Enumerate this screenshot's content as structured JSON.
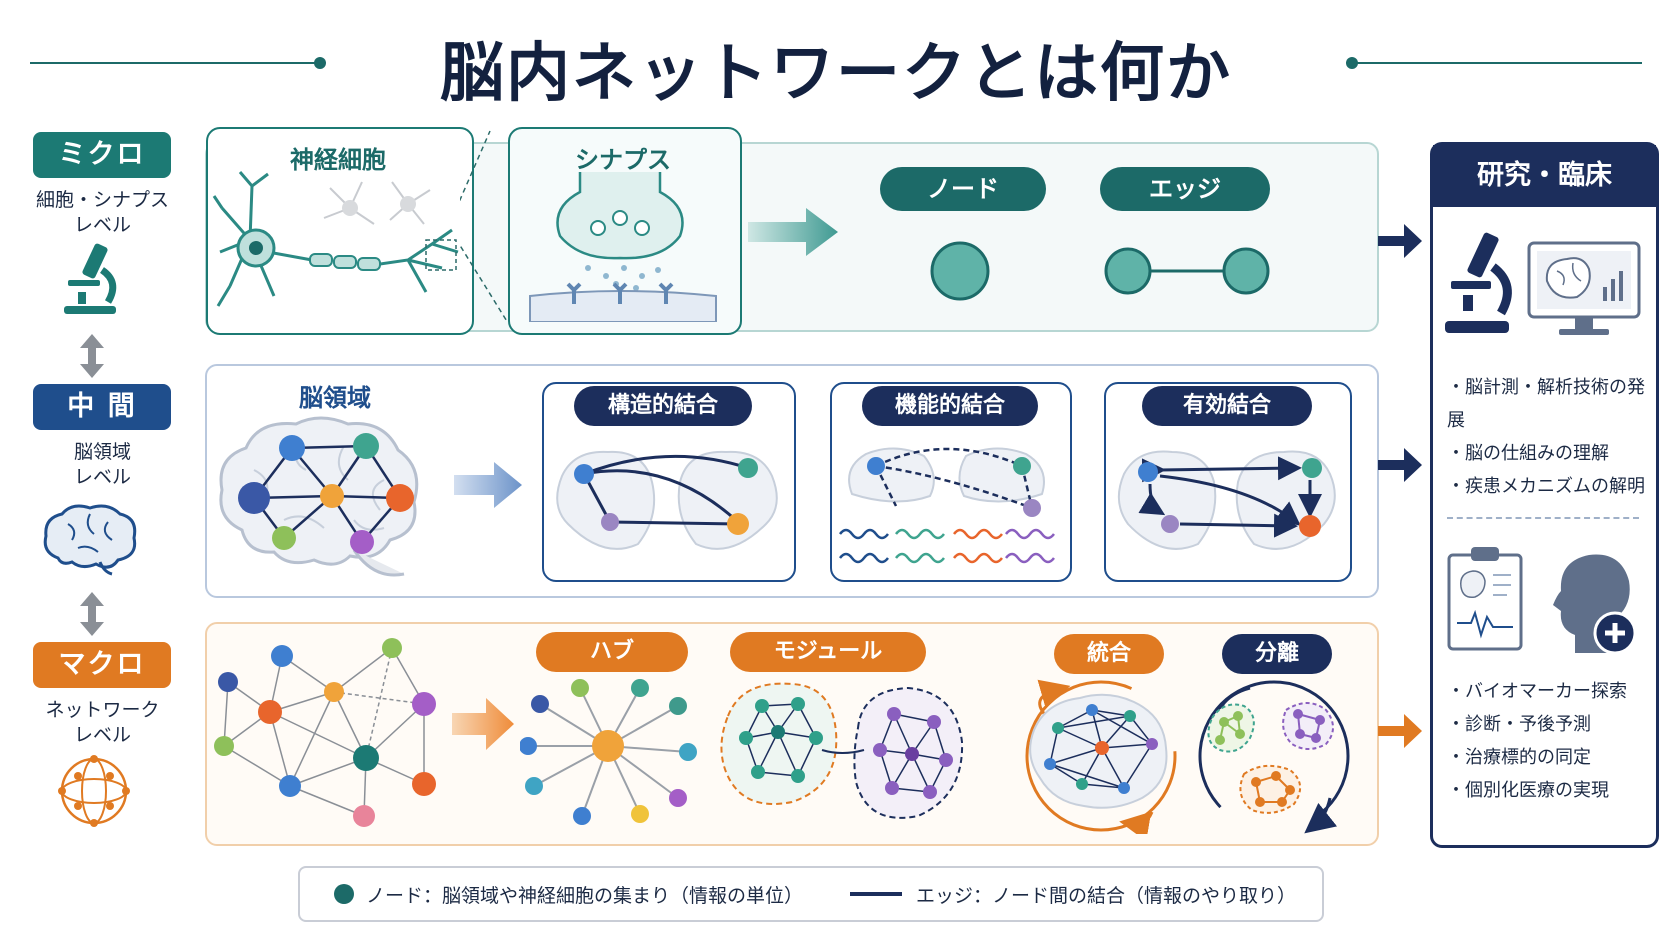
{
  "title": "脳内ネットワークとは何か",
  "levels": {
    "micro": {
      "badge": "ミクロ",
      "sub1": "細胞・シナプス",
      "sub2": "レベル"
    },
    "meso": {
      "badge": "中 間",
      "sub1": "脳領域",
      "sub2": "レベル"
    },
    "macro": {
      "badge": "マクロ",
      "sub1": "ネットワーク",
      "sub2": "レベル"
    }
  },
  "row1": {
    "neuron": "神経細胞",
    "synapse": "シナプス",
    "node": "ノード",
    "edge": "エッジ"
  },
  "row2": {
    "region": "脳領域",
    "structural": "構造的結合",
    "functional": "機能的結合",
    "effective": "有効結合"
  },
  "row3": {
    "hub": "ハブ",
    "module": "モジュール",
    "integration": "統合",
    "segregation": "分離"
  },
  "side": {
    "title": "研究・臨床",
    "list1": [
      "脳計測・解析技術の発展",
      "脳の仕組みの理解",
      "疾患メカニズムの解明"
    ],
    "list2": [
      "バイオマーカー探索",
      "診断・予後予測",
      "治療標的の同定",
      "個別化医療の実現"
    ]
  },
  "legend": {
    "node": "ノード：脳領域や神経細胞の集まり（情報の単位）",
    "edge": "エッジ：ノード間の結合（情報のやり取り）"
  },
  "colors": {
    "teal": "#1c6a68",
    "navy": "#1c2e5c",
    "blue": "#1f4e8c",
    "orange": "#e07a22"
  },
  "icons": [
    "microscope-icon",
    "brain-icon",
    "network-sphere-icon",
    "monitor-icon",
    "clipboard-icon",
    "patient-icon"
  ]
}
